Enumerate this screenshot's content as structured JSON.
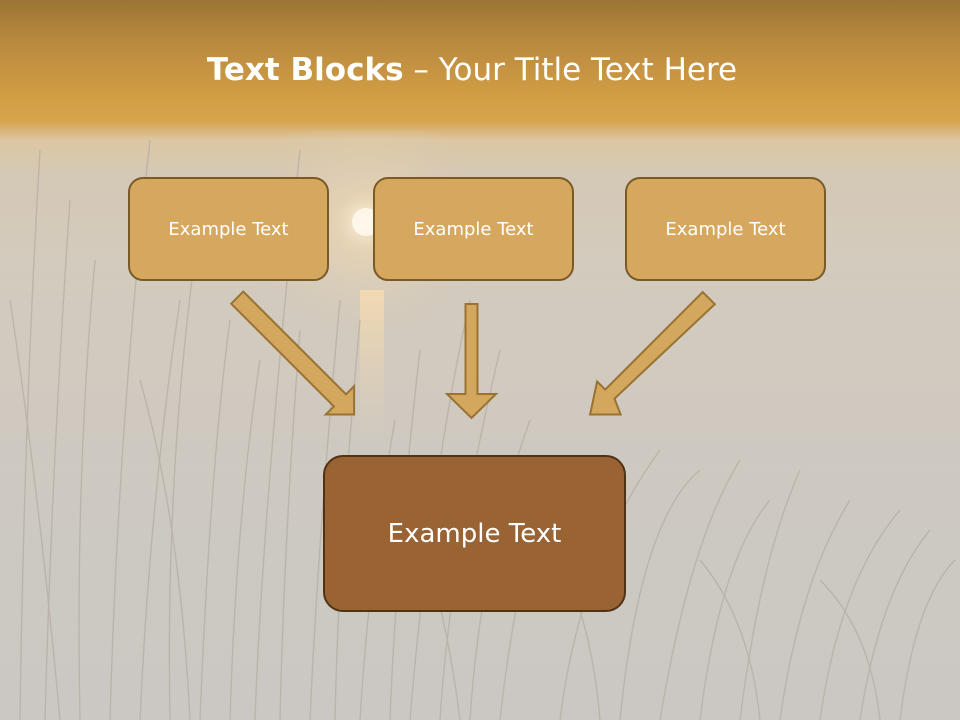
{
  "title": {
    "bold": "Text Blocks",
    "separator": " – ",
    "rest": "Your Title Text Here"
  },
  "boxes": {
    "top": [
      "Example Text",
      "Example Text",
      "Example Text"
    ],
    "bottom": "Example Text"
  },
  "colors": {
    "banner": "#d39f45",
    "box_fill": "#d5a75f",
    "box_border": "#7a5a25",
    "main_box_fill": "#9a6333",
    "arrow_fill": "#d3a75e"
  }
}
